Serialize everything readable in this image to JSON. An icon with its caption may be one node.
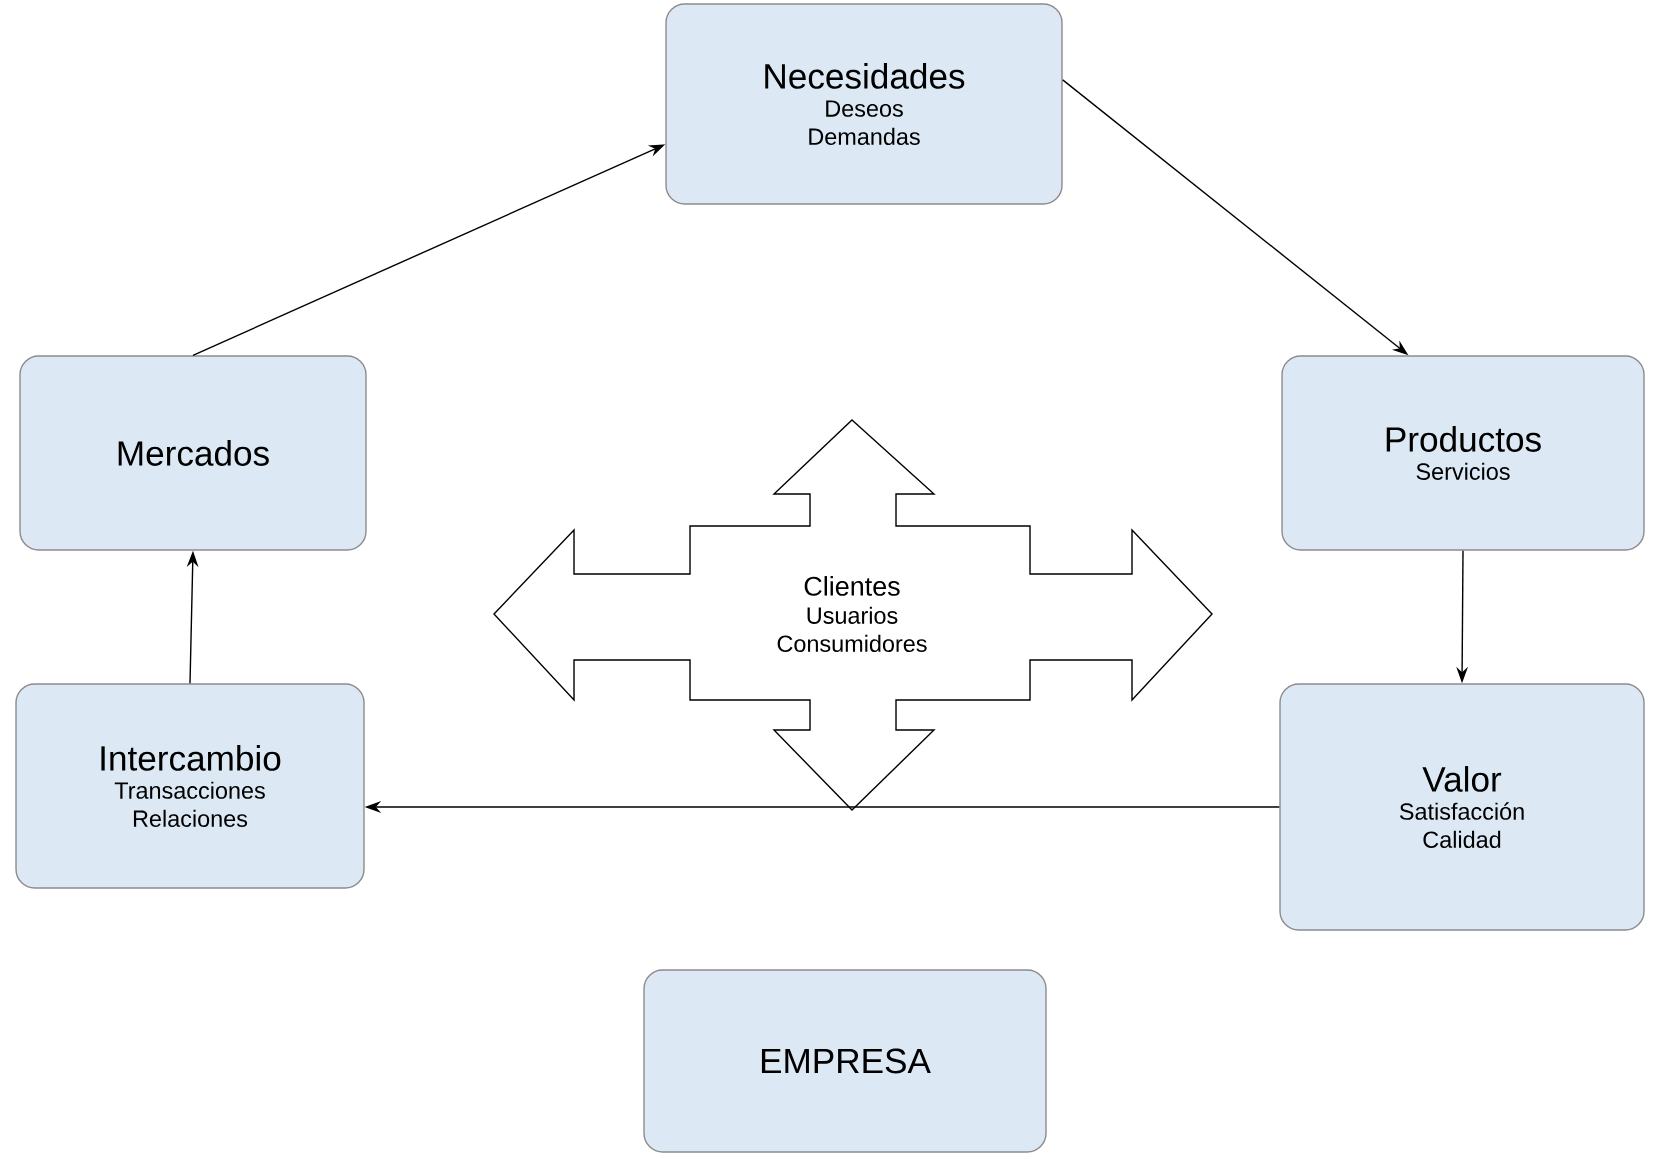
{
  "diagram": {
    "nodes": [
      {
        "text": [
          "Necesidades",
          "Deseos",
          "Demandas"
        ]
      },
      {
        "text": [
          "Mercados"
        ]
      },
      {
        "text": [
          "Productos",
          "Servicios"
        ]
      },
      {
        "text": [
          "Intercambio",
          "Transacciones",
          "Relaciones"
        ]
      },
      {
        "text": [
          "Clientes",
          "Usuarios",
          "Consumidores"
        ]
      },
      {
        "text": [
          "Valor",
          "Satisfacción",
          "Calidad"
        ]
      },
      {
        "text": [
          "EMPRESA"
        ]
      }
    ],
    "edges": [
      {
        "from": 1,
        "to": 0,
        "arrow": "to"
      },
      {
        "from": 0,
        "to": 2,
        "arrow": "to"
      },
      {
        "from": 2,
        "to": 5,
        "arrow": "to"
      },
      {
        "from": 5,
        "to": 3,
        "arrow": "to"
      },
      {
        "from": 3,
        "to": 1,
        "arrow": "to"
      }
    ]
  }
}
